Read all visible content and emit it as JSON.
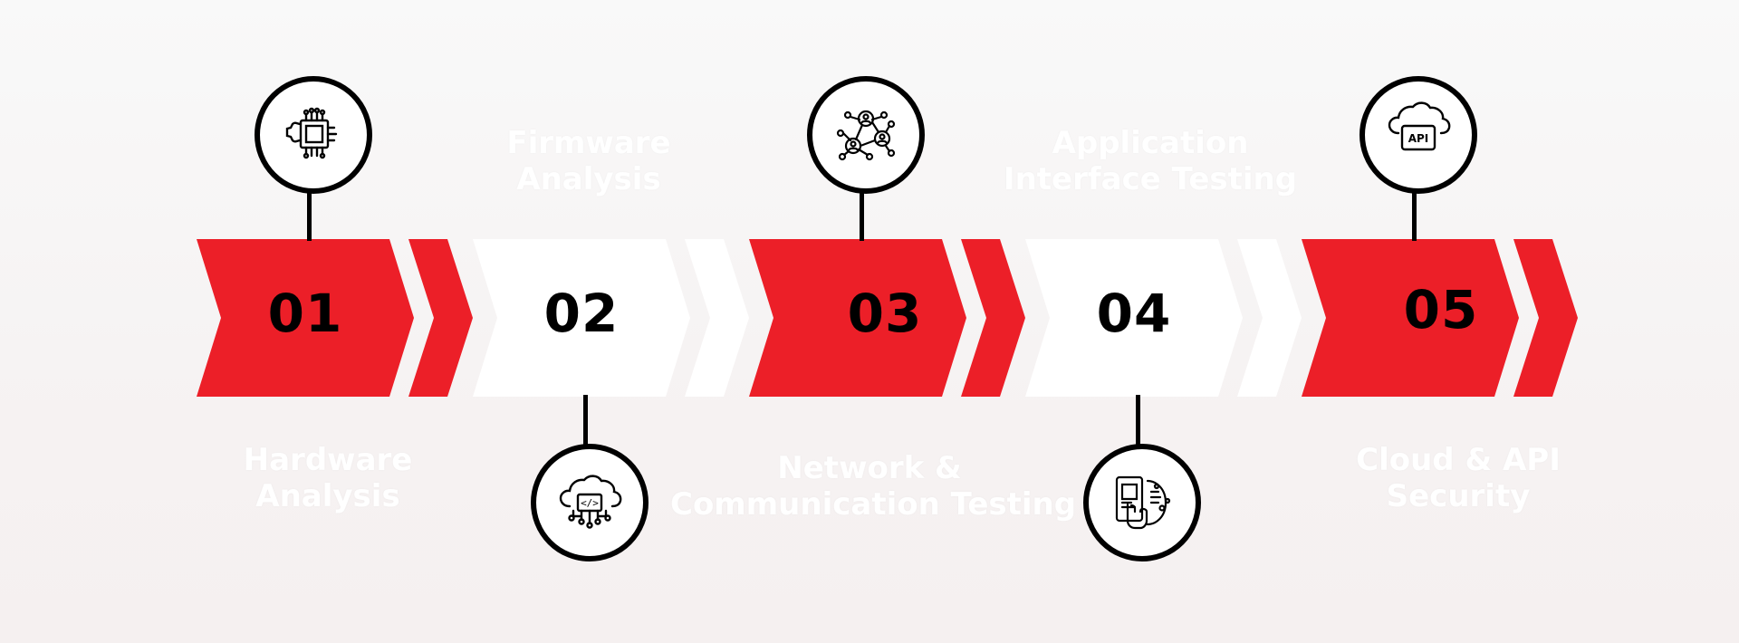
{
  "colors": {
    "accent": "#ec1f28",
    "light": "#ffffff",
    "outline": "#000000",
    "background": "#f7f4f4"
  },
  "steps": [
    {
      "number": "01",
      "title_line1": "Hardware",
      "title_line2": "Analysis",
      "icon": "chip-gear-icon"
    },
    {
      "number": "02",
      "title_line1": "Firmware",
      "title_line2": "Analysis",
      "icon": "cloud-code-icon"
    },
    {
      "number": "03",
      "title_line1": "Network &",
      "title_line2": "Communication Testing",
      "icon": "network-users-icon"
    },
    {
      "number": "04",
      "title_line1": "Application",
      "title_line2": "Interface Testing",
      "icon": "mobile-touch-gear-icon"
    },
    {
      "number": "05",
      "title_line1": "Cloud & API",
      "title_line2": "Security",
      "icon": "cloud-api-icon"
    }
  ],
  "icons": {
    "api_text": "API",
    "code_text": "</>"
  }
}
